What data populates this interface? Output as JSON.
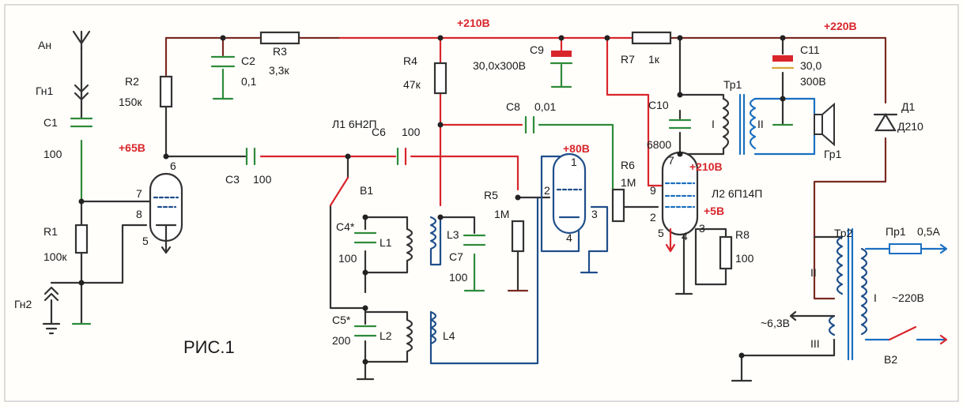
{
  "figure_caption": "РИС.1",
  "voltages": {
    "v210_top": "+210В",
    "v220": "+220В",
    "v65": "+65В",
    "v80": "+80В",
    "v210_l2": "+210В",
    "v5": "+5В"
  },
  "components": {
    "an": "Ан",
    "gn1": "Гн1",
    "gn2": "Гн2",
    "c1": "С1",
    "c1_val": "100",
    "r1": "R1",
    "r1_val": "100к",
    "r2": "R2",
    "r2_val": "150к",
    "c2": "С2",
    "c2_val": "0,1",
    "r3": "R3",
    "r3_val": "3,3к",
    "c3": "С3",
    "c3_val": "100",
    "l1_tube": "Л1 6Н2П",
    "c6": "С6",
    "c6_val": "100",
    "r4": "R4",
    "r4_val": "47к",
    "c9": "С9",
    "c9_val": "30,0х300В",
    "c8": "С8",
    "c8_val": "0,01",
    "r7": "R7",
    "r7_val": "1к",
    "c11": "С11",
    "c11_val": "30,0",
    "c11_volt": "300В",
    "c10": "С10",
    "c10_val": "6800",
    "tr1": "Тр1",
    "tr1_w1": "I",
    "tr1_w2": "II",
    "gr1": "Гр1",
    "d1": "Д1",
    "d1_val": "Д210",
    "b1": "В1",
    "c4": "С4*",
    "c4_val": "100",
    "coil_l1": "L1",
    "c5": "С5*",
    "c5_val": "200",
    "coil_l2": "L2",
    "coil_l3": "L3",
    "coil_l4": "L4",
    "c7": "С7",
    "c7_val": "100",
    "r5": "R5",
    "r5_val": "1М",
    "r6": "R6",
    "r6_val": "1М",
    "l2_tube": "Л2 6П14П",
    "r8": "R8",
    "r8_val": "100",
    "tr2": "Тр2",
    "pr1": "Пр1",
    "pr1_val": "0,5А",
    "tr2_w1": "I",
    "tr2_w1_val": "~220В",
    "tr2_w2": "II",
    "tr2_w3": "III",
    "tr2_w3_val": "~6,3В",
    "b2": "В2"
  },
  "pins": {
    "l1_p6": "6",
    "l1_p7": "7",
    "l1_p8": "8",
    "l1_p5": "5",
    "l1b_p1": "1",
    "l1b_p2": "2",
    "l1b_p3": "3",
    "l1b_p4": "4",
    "l2_p7": "7",
    "l2_p9": "9",
    "l2_p2": "2",
    "l2_p3": "3",
    "l2_p4": "4",
    "l2_p5": "5"
  },
  "colors": {
    "wire_dark": "#333333",
    "wire_brown": "#7a2a22",
    "wire_red": "#d8262b",
    "wire_green": "#2e8b3a",
    "wire_blue": "#1a6fc0",
    "wire_navy": "#1f4e8a"
  }
}
